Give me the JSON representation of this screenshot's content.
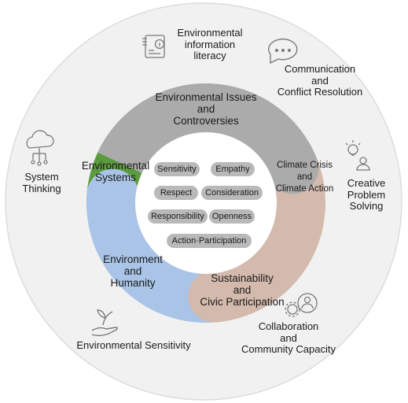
{
  "colors": {
    "outer_circle": "#f1f1f1",
    "issues": "#ababab",
    "climate": "#d4b9ad",
    "sustainability": "#a9c4e6",
    "humanity": "#5c9a3f",
    "systems": "#eea57c",
    "inner": "#ffffff",
    "pill": "#b9b9b9"
  },
  "segments": [
    {
      "key": "issues",
      "label": "Environmental Issues\nand\nControversies"
    },
    {
      "key": "climate",
      "label": "Climate Crisis\nand\nClimate Action"
    },
    {
      "key": "sustainability",
      "label": "Sustainability\nand\nCivic Participation"
    },
    {
      "key": "humanity",
      "label": "Environment\nand\nHumanity"
    },
    {
      "key": "systems",
      "label": "Environmental\nSystems"
    }
  ],
  "values": [
    "Sensitivity",
    "Empathy",
    "Respect",
    "Consideration",
    "Responsibility",
    "Openness",
    "Action·Participation"
  ],
  "competencies": [
    {
      "label": "Environmental\ninformation\nliteracy",
      "icon": "document-info-icon"
    },
    {
      "label": "Communication\nand\nConflict Resolution",
      "icon": "speech-bubble-icon"
    },
    {
      "label": "Creative\nProblem\nSolving",
      "icon": "lightbulb-person-icon"
    },
    {
      "label": "Collaboration\nand\nCommunity Capacity",
      "icon": "gear-people-icon"
    },
    {
      "label": "Environmental Sensitivity",
      "icon": "hand-plant-icon"
    },
    {
      "label": "System\nThinking",
      "icon": "cloud-network-icon"
    }
  ]
}
